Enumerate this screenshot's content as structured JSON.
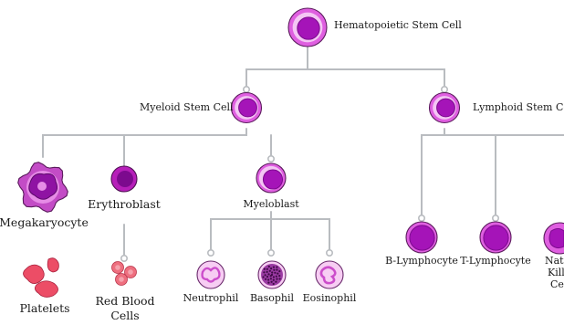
{
  "colors": {
    "connector": "#b9bcc0",
    "cell_outer": "#df5fe0",
    "cell_ring": "#f4c6f4",
    "cell_nucleus": "#a514b8",
    "cell_nucleus_dark": "#7c0a8e",
    "rbc": "#ee6f7f",
    "platelet": "#ec4d66",
    "granulocyte_fill": "#f7cdf3",
    "granulocyte_lobe": "#cc4dcb"
  },
  "nodes": {
    "hsc": {
      "label": "Hematopoietic Stem Cell",
      "icon": "stem-cell-icon"
    },
    "myeloid": {
      "label": "Myeloid Stem Cell",
      "icon": "myeloid-stem-cell-icon"
    },
    "lymphoid": {
      "label": "Lymphoid Stem Cell",
      "icon": "lymphoid-stem-cell-icon"
    },
    "megakaryocyte": {
      "label": "Megakaryocyte",
      "icon": "megakaryocyte-icon"
    },
    "erythroblast": {
      "label": "Erythroblast",
      "icon": "erythroblast-icon"
    },
    "myeloblast": {
      "label": "Myeloblast",
      "icon": "myeloblast-icon"
    },
    "platelets": {
      "label": "Platelets",
      "icon": "platelets-icon"
    },
    "rbc": {
      "label_line1": "Red Blood",
      "label_line2": "Cells",
      "icon": "red-blood-cells-icon"
    },
    "neutrophil": {
      "label": "Neutrophil",
      "icon": "neutrophil-icon"
    },
    "basophil": {
      "label": "Basophil",
      "icon": "basophil-icon"
    },
    "eosinophil": {
      "label": "Eosinophil",
      "icon": "eosinophil-icon"
    },
    "b_lymphocyte": {
      "label": "B-Lymphocyte",
      "icon": "b-lymphocyte-icon"
    },
    "t_lymphocyte": {
      "label": "T-Lymphocyte",
      "icon": "t-lymphocyte-icon"
    },
    "nk": {
      "label_line1": "Natu",
      "label_line2": "Killi",
      "label_line3": "Cel",
      "icon": "natural-killer-cell-icon"
    }
  }
}
